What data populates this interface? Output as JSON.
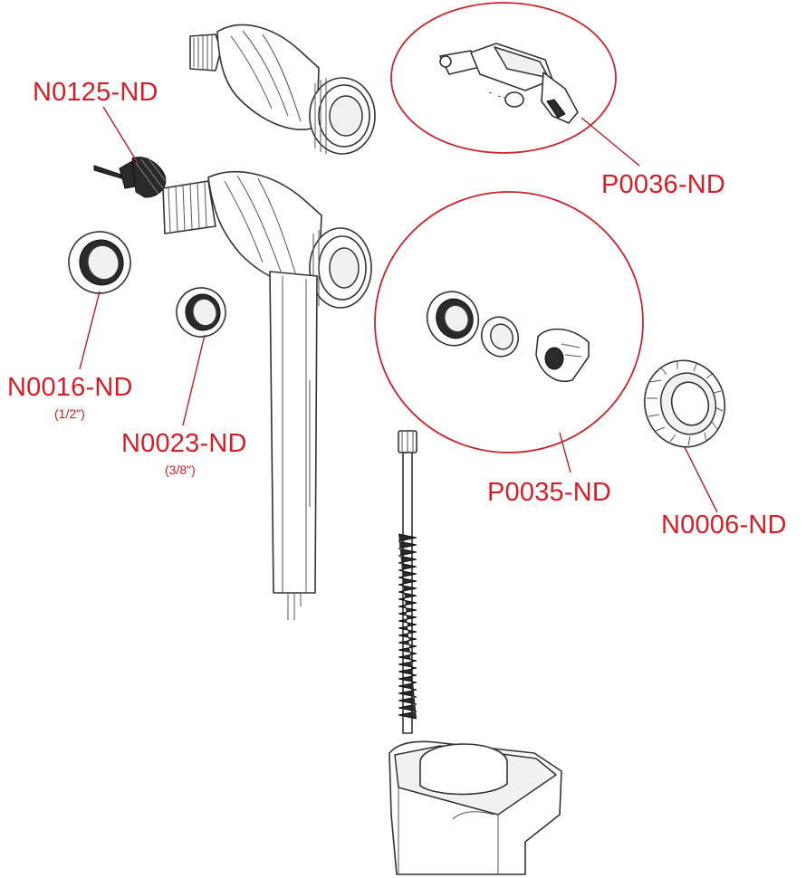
{
  "labels": {
    "n0125": "N0125-ND",
    "p0036": "P0036-ND",
    "n0016": "N0016-ND",
    "n0016_size": "(1/2\")",
    "n0023": "N0023-ND",
    "n0023_size": "(3/8\")",
    "p0035": "P0035-ND",
    "n0006": "N0006-ND"
  },
  "colors": {
    "label": "#d0202a",
    "leader": "#b0202a",
    "ellipse": "#c7262f",
    "outline": "#333333"
  }
}
